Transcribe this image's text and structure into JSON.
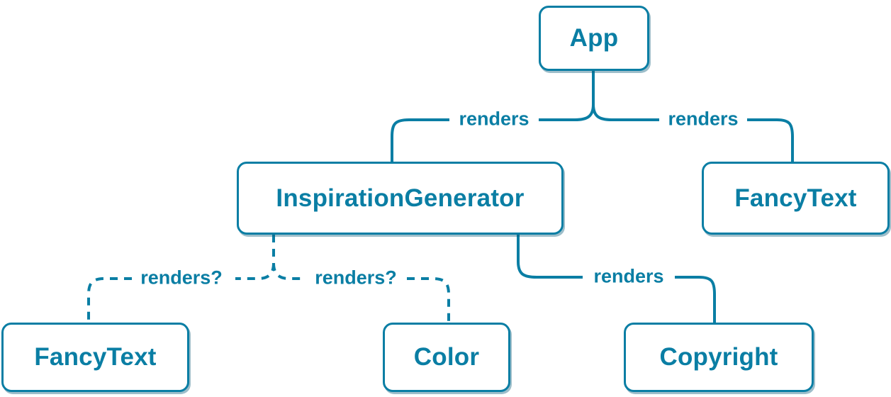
{
  "diagram": {
    "background": "#ffffff",
    "accent_color": "#0a7ea4",
    "node_fill": "#ffffff",
    "nodes": [
      {
        "id": "app",
        "label": "App"
      },
      {
        "id": "inspiration-generator",
        "label": "InspirationGenerator"
      },
      {
        "id": "fancy-text-top",
        "label": "FancyText"
      },
      {
        "id": "fancy-text-bottom",
        "label": "FancyText"
      },
      {
        "id": "color",
        "label": "Color"
      },
      {
        "id": "copyright",
        "label": "Copyright"
      }
    ],
    "edges": [
      {
        "from": "App",
        "to": "InspirationGenerator",
        "label": "renders",
        "style": "solid"
      },
      {
        "from": "App",
        "to": "FancyText",
        "label": "renders",
        "style": "solid"
      },
      {
        "from": "InspirationGenerator",
        "to": "FancyText",
        "label": "renders?",
        "style": "dashed"
      },
      {
        "from": "InspirationGenerator",
        "to": "Color",
        "label": "renders?",
        "style": "dashed"
      },
      {
        "from": "InspirationGenerator",
        "to": "Copyright",
        "label": "renders",
        "style": "solid"
      }
    ]
  }
}
